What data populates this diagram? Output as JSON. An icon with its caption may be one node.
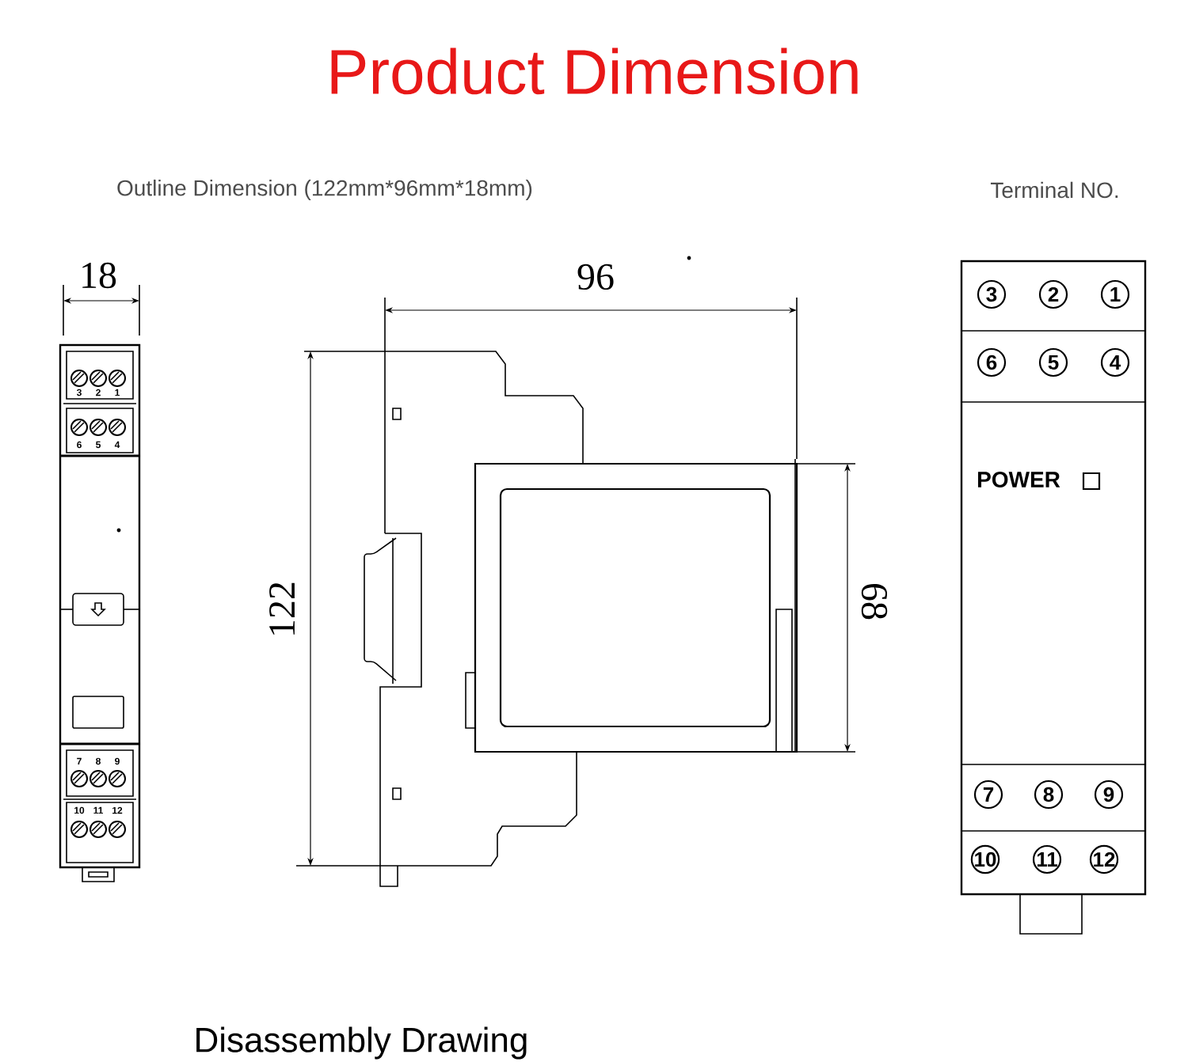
{
  "diagram": {
    "title": "Product Dimension",
    "labels": [
      "Outline Dimension (122mm*96mm*18mm)",
      "Terminal NO.",
      "18",
      "96",
      "3",
      "2",
      "1",
      "6",
      "5",
      "4",
      "7",
      "8",
      "9",
      "10",
      "11",
      "12",
      "3",
      "2",
      "1",
      "6",
      "5",
      "4",
      "122",
      "68",
      "POWER",
      "7",
      "8",
      "9",
      "10",
      "11",
      "12",
      "Disassembly Drawing"
    ]
  }
}
